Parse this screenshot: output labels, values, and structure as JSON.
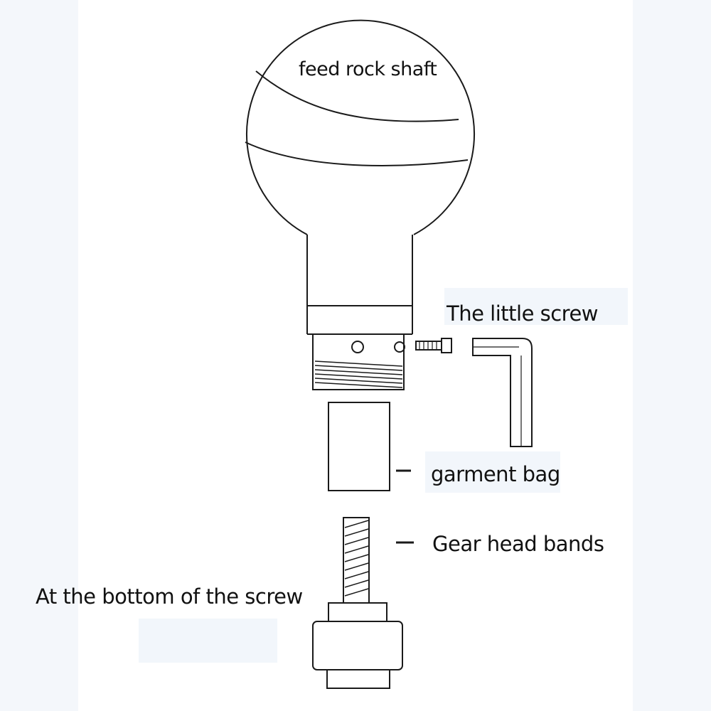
{
  "colors": {
    "ink": "#1a1a1a",
    "paper": "#ffffff",
    "tint": "#f2f6fb"
  },
  "labels": {
    "feed_rock_shaft": "feed rock shaft",
    "little_screw": "The little screw",
    "garment_bag": "garment bag",
    "gear_head_bands": "Gear head bands",
    "bottom_of_screw": "At the bottom of the screw"
  }
}
